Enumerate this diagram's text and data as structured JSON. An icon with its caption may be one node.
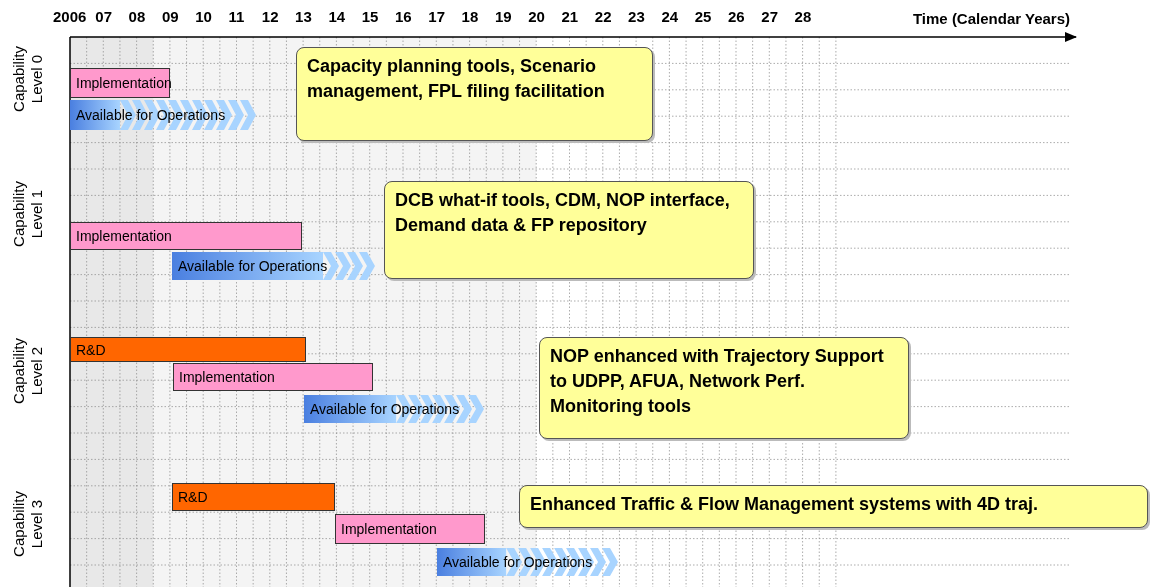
{
  "diagram": {
    "nodes": [
      {
        "text": [
          "Implementation"
        ]
      },
      {
        "text": [
          "Available for Operations"
        ]
      },
      {
        "text": [
          "Capacity planning tools, Scenario management, FPL filing facilitation"
        ]
      },
      {
        "text": [
          "Implementation"
        ]
      },
      {
        "text": [
          "Available for Operations"
        ]
      },
      {
        "text": [
          "DCB what-if tools, CDM, NOP interface, Demand data & FP repository"
        ]
      },
      {
        "text": [
          "R&D"
        ]
      },
      {
        "text": [
          "Implementation"
        ]
      },
      {
        "text": [
          "Available for Operations"
        ]
      },
      {
        "text": [
          "NOP enhanced with Trajectory Support to UDPP, AFUA, Network Perf. Monitoring tools"
        ]
      },
      {
        "text": [
          "R&D"
        ]
      },
      {
        "text": [
          "Implementation"
        ]
      },
      {
        "text": [
          "Available for Operations"
        ]
      },
      {
        "text": [
          "Enhanced Traffic & Flow Management systems with 4D traj."
        ]
      }
    ],
    "edges": [],
    "labels": [
      "2006",
      "07",
      "08",
      "09",
      "10",
      "11",
      "12",
      "13",
      "14",
      "15",
      "16",
      "17",
      "18",
      "19",
      "20",
      "21",
      "22",
      "23",
      "24",
      "25",
      "26",
      "27",
      "28",
      "Time (Calendar Years)",
      "Capability Level 0",
      "Capability Level 1",
      "Capability Level 2",
      "Capability Level 3"
    ]
  }
}
